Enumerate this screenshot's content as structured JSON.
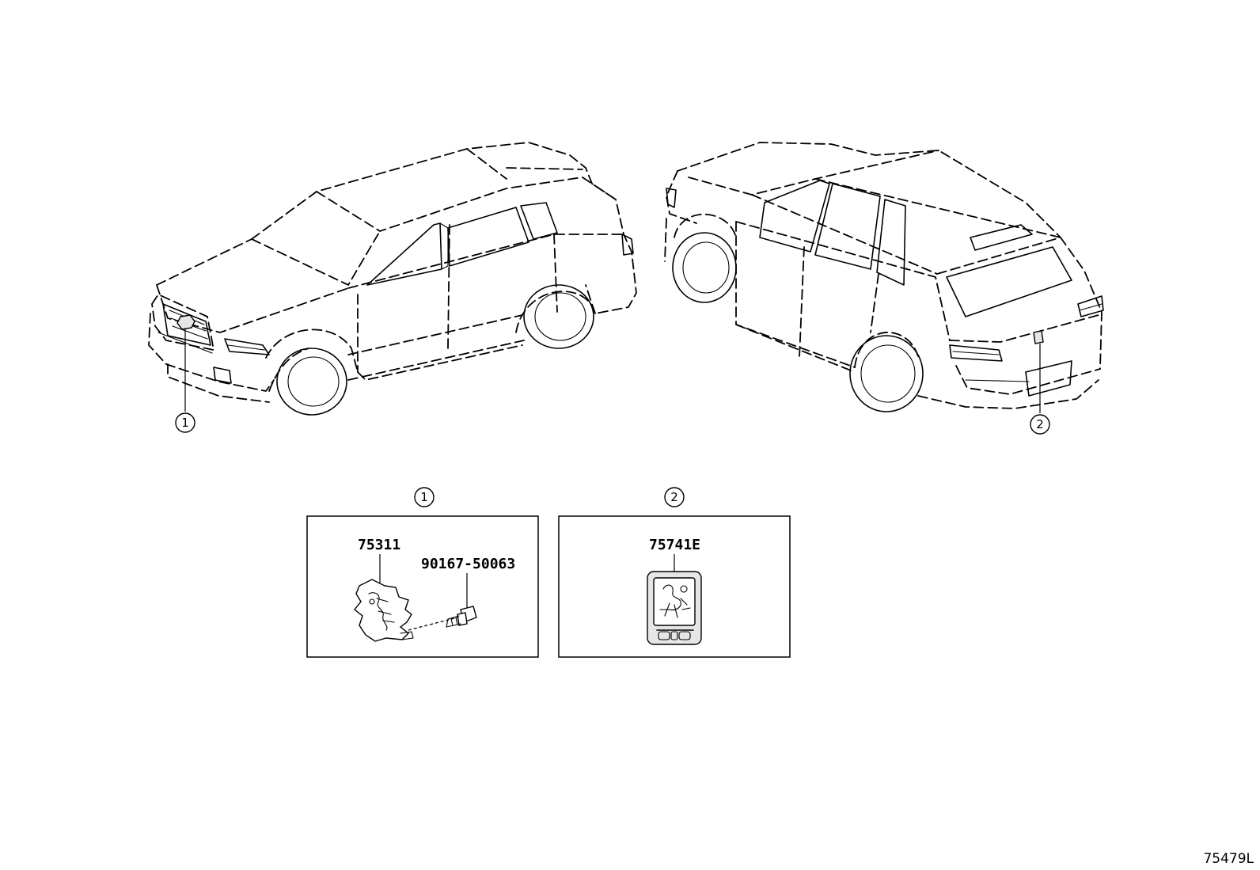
{
  "views": {
    "front_callout": "1",
    "rear_callout": "2"
  },
  "detail_boxes": [
    {
      "callout": "1",
      "part_main": "75311",
      "part_fastener": "90167-50063"
    },
    {
      "callout": "2",
      "part_main": "75741E"
    }
  ],
  "drawing_number": "75479L"
}
